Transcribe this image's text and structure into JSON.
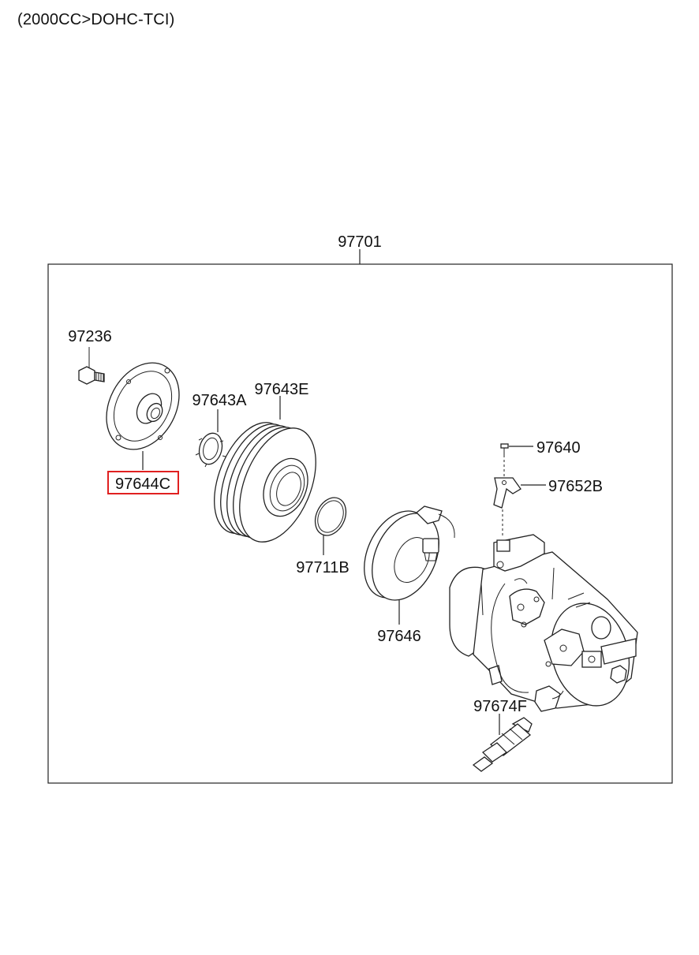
{
  "header": {
    "engine_caption": "(2000CC>DOHC-TCI)"
  },
  "assembly": {
    "label": "97701"
  },
  "parts": {
    "bolt": "97236",
    "disc_hub": "97644C",
    "snap_ring": "97643A",
    "pulley": "97643E",
    "o_ring": "97711B",
    "field_coil": "97646",
    "screw": "97640",
    "bracket": "97652B",
    "compressor_valve": "97674F"
  },
  "highlight": {
    "part": "97644C",
    "color": "#e02020"
  }
}
